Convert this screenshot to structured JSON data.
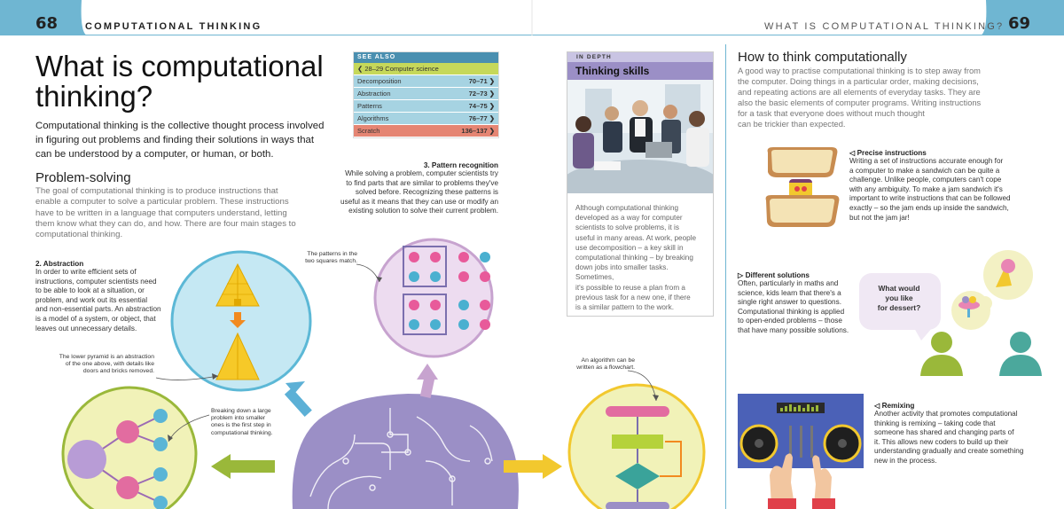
{
  "header": {
    "left_page_number": "68",
    "left_section": "COMPUTATIONAL THINKING",
    "right_section": "WHAT IS COMPUTATIONAL THINKING?",
    "right_page_number": "69"
  },
  "title_lines": [
    "What is computational",
    "thinking?"
  ],
  "intro_lines": [
    "Computational thinking is the collective thought process involved",
    "in figuring out problems and finding their solutions in ways that",
    "can be understood by a computer, or human, or both."
  ],
  "problem_solving": {
    "heading": "Problem-solving",
    "lines": [
      "The goal of computational thinking is to produce instructions that",
      "enable a computer to solve a particular problem. These instructions",
      "have to be written in a language that computers understand, letting",
      "them know what they can do, and how. There are four main stages to",
      "computational thinking."
    ]
  },
  "see_also": {
    "title": "SEE ALSO",
    "items": [
      {
        "label": "❮ 28–29 Computer science",
        "pages": "",
        "color": "#c6d85a"
      },
      {
        "label": "Decomposition",
        "pages": "70–71 ❯",
        "color": "#a6d3e2"
      },
      {
        "label": "Abstraction",
        "pages": "72–73 ❯",
        "color": "#a6d3e2"
      },
      {
        "label": "Patterns",
        "pages": "74–75 ❯",
        "color": "#a6d3e2"
      },
      {
        "label": "Algorithms",
        "pages": "76–77 ❯",
        "color": "#a6d3e2"
      },
      {
        "label": "Scratch",
        "pages": "136–137 ❯",
        "color": "#e58573"
      }
    ]
  },
  "pattern": {
    "heading": "3. Pattern recognition",
    "lines": [
      "While solving a problem, computer scientists try",
      "to find parts that are similar to problems they've",
      "solved before. Recognizing these patterns is",
      "useful as it means that they can use or modify an",
      "existing solution to solve their current problem."
    ],
    "annotation_lines": [
      "The patterns in the",
      "two squares match."
    ]
  },
  "abstraction": {
    "heading": "2. Abstraction",
    "lines": [
      "In order to write efficient sets of",
      "instructions, computer scientists need",
      "to be able to look at a situation, or",
      "problem, and work out its essential",
      "and non-essential parts. An abstraction",
      "is a model of a system, or object, that",
      "leaves out unnecessary details."
    ],
    "annotation_lines": [
      "The lower pyramid is an abstraction",
      "of the one above, with details like",
      "doors and bricks removed."
    ]
  },
  "decomposition_annotation_lines": [
    "Breaking down a large",
    "problem into smaller",
    "ones is the first step in",
    "computational thinking."
  ],
  "algorithm_annotation_lines": [
    "An algorithm can be",
    "written as a flowchart."
  ],
  "in_depth": {
    "tag": "IN DEPTH",
    "title": "Thinking skills",
    "lines": [
      "Although computational thinking",
      "developed as a way for computer",
      "scientists to solve problems, it is",
      "useful in many areas. At work, people",
      "use decomposition – a key skill in",
      "computational thinking – by breaking",
      "down jobs into smaller tasks. Sometimes,",
      "it's possible to reuse a plan from a",
      "previous task for a new one, if there",
      "is a similar pattern to the work."
    ]
  },
  "how_to": {
    "heading": "How to think computationally",
    "lines": [
      "A good way to practise computational thinking is to step away from",
      "the computer. Doing things in a particular order, making decisions,",
      "and repeating actions are all elements of everyday tasks. They are",
      "also the basic elements of computer programs. Writing instructions",
      "for a task that everyone does without much thought",
      "can be trickier than expected."
    ]
  },
  "precise": {
    "heading": "◁ Precise instructions",
    "lines": [
      "Writing a set of instructions accurate enough for",
      "a computer to make a sandwich can be quite a",
      "challenge. Unlike people, computers can't cope",
      "with any ambiguity. To make a jam sandwich it's",
      "important to write instructions that can be followed",
      "exactly – so the jam ends up inside the sandwich,",
      "but not the jam jar!"
    ]
  },
  "different": {
    "heading": "▷ Different solutions",
    "lines": [
      "Often, particularly in maths and",
      "science, kids learn that there's a",
      "single right answer to questions.",
      "Computational thinking is applied",
      "to open-ended problems – those",
      "that have many possible solutions."
    ],
    "bubble_lines": [
      "What would",
      "you like",
      "for dessert?"
    ]
  },
  "remixing": {
    "heading": "◁ Remixing",
    "lines": [
      "Another activity that promotes computational",
      "thinking is remixing – taking code that",
      "someone has shared and changing parts of",
      "it. This allows new coders to build up their",
      "understanding gradually and create something",
      "new in the process."
    ]
  },
  "colors": {
    "header_blue": "#6fb6d2",
    "circle_blue": "#c5e8f3",
    "circle_lilac": "#eddcf0",
    "circle_yellow": "#f1f2b8",
    "brain": "#9b8fc6",
    "green": "#9ab83a"
  }
}
